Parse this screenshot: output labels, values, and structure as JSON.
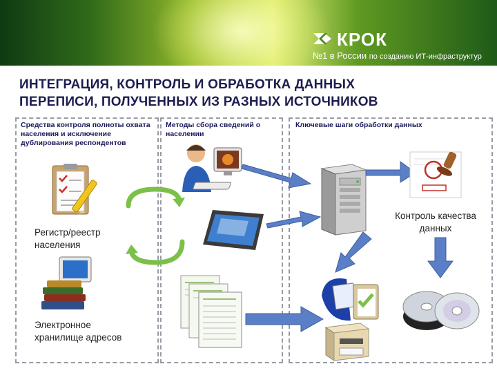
{
  "header": {
    "brand": "КРОК",
    "tagline_main": "№1 в России",
    "tagline_rest": "по созданию ИТ-инфраструктур"
  },
  "title_line1": "ИНТЕГРАЦИЯ, КОНТРОЛЬ И ОБРАБОТКА ДАННЫХ",
  "title_line2": "ПЕРЕПИСИ, ПОЛУЧЕННЫХ ИЗ РАЗНЫХ ИСТОЧНИКОВ",
  "columns": {
    "control": {
      "heading": "Средства контроля полноты охвата населения и исключение дублирования респондентов",
      "registry": "Регистр/реестр населения",
      "storage": "Электронное хранилище адресов"
    },
    "methods": {
      "heading": "Методы сбора сведений о населении"
    },
    "processing": {
      "heading": "Ключевые шаги обработки данных",
      "quality": "Контроль качества данных"
    }
  },
  "colors": {
    "accent_blue": "#5b7fc6",
    "cycle_green": "#7cc04a",
    "title": "#1d1d50"
  }
}
